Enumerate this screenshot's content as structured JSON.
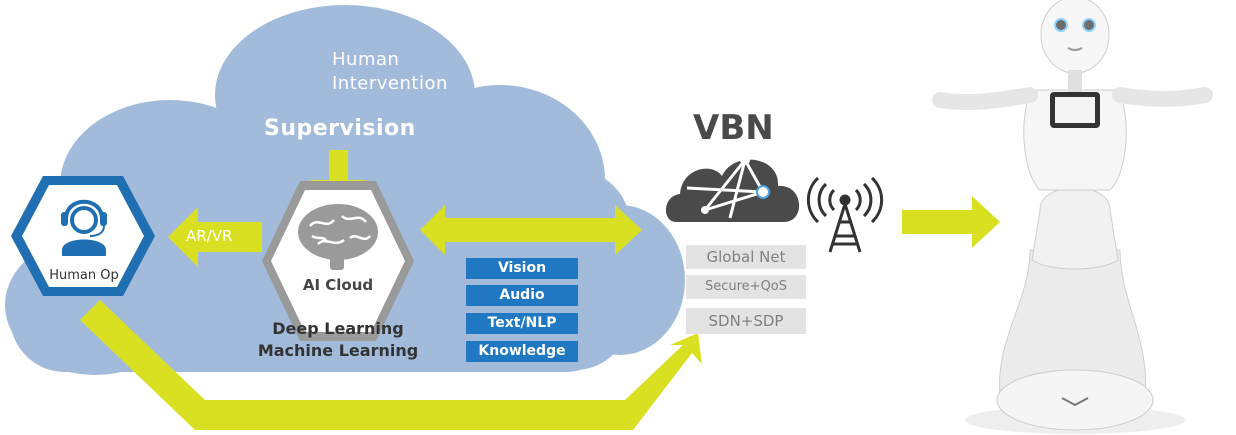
{
  "labels": {
    "human_intervention": [
      "Human",
      "Intervention"
    ],
    "supervision": "Supervision",
    "ar_vr": "AR/VR",
    "ai_cloud": "AI Cloud",
    "human_op": "Human Op",
    "deep_learning": "Deep Learning",
    "machine_learning": "Machine Learning",
    "vbn": "VBN"
  },
  "capabilities": [
    "Vision",
    "Audio",
    "Text/NLP",
    "Knowledge"
  ],
  "network_features": [
    "Global Net",
    "Secure+QoS",
    "SDN+SDP"
  ],
  "colors": {
    "cloud": "#a2bbdb",
    "arrow": "#d9e021",
    "capability_box": "#1f78c1",
    "human_op_border": "#1f6fb2",
    "ai_hex_border": "#9a9a9a",
    "network_box": "#e3e3e3",
    "network_text": "#808080",
    "vbn_icon": "#4a4a4a"
  },
  "icons": {
    "operator": "headset-operator-icon",
    "brain": "brain-icon",
    "vbn": "network-cloud-icon",
    "antenna": "radio-tower-icon",
    "robot": "humanoid-robot-image"
  }
}
